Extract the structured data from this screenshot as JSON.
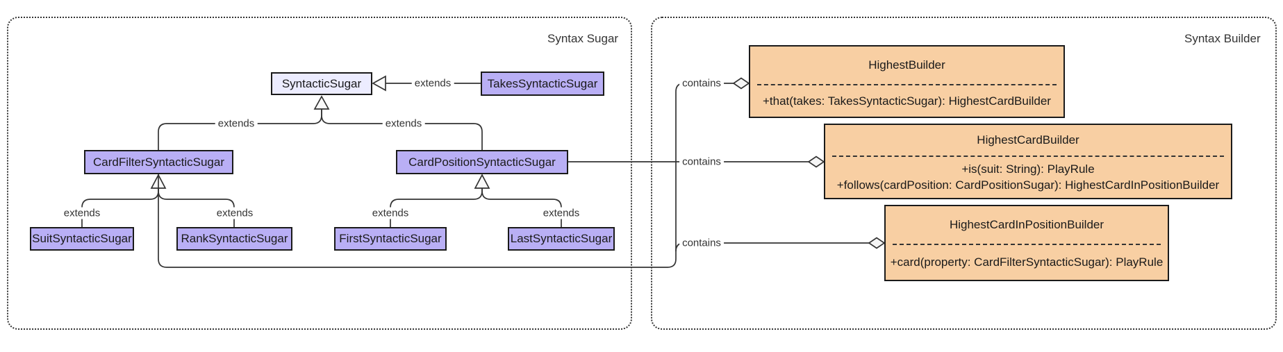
{
  "diagram": {
    "type": "uml-class-diagram",
    "left_section": {
      "title": "Syntax Sugar",
      "classes": [
        {
          "name": "SyntacticSugar"
        },
        {
          "name": "TakesSyntacticSugar"
        },
        {
          "name": "CardFilterSyntacticSugar"
        },
        {
          "name": "CardPositionSyntacticSugar"
        },
        {
          "name": "SuitSyntacticSugar"
        },
        {
          "name": "RankSyntacticSugar"
        },
        {
          "name": "FirstSyntacticSugar"
        },
        {
          "name": "LastSyntacticSugar"
        }
      ]
    },
    "right_section": {
      "title": "Syntax Builder",
      "classes": [
        {
          "name": "HighestBuilder",
          "methods": [
            "+that(takes: TakesSyntacticSugar): HighestCardBuilder"
          ]
        },
        {
          "name": "HighestCardBuilder",
          "methods": [
            "+is(suit: String): PlayRule",
            "+follows(cardPosition: CardPositionSugar): HighestCardInPositionBuilder"
          ]
        },
        {
          "name": "HighestCardInPositionBuilder",
          "methods": [
            "+card(property: CardFilterSyntacticSugar): PlayRule"
          ]
        }
      ]
    },
    "relationships": [
      {
        "from": "TakesSyntacticSugar",
        "to": "SyntacticSugar",
        "label": "extends",
        "type": "inheritance"
      },
      {
        "from": "CardFilterSyntacticSugar",
        "to": "SyntacticSugar",
        "label": "extends",
        "type": "inheritance"
      },
      {
        "from": "CardPositionSyntacticSugar",
        "to": "SyntacticSugar",
        "label": "extends",
        "type": "inheritance"
      },
      {
        "from": "SuitSyntacticSugar",
        "to": "CardFilterSyntacticSugar",
        "label": "extends",
        "type": "inheritance"
      },
      {
        "from": "RankSyntacticSugar",
        "to": "CardFilterSyntacticSugar",
        "label": "extends",
        "type": "inheritance"
      },
      {
        "from": "FirstSyntacticSugar",
        "to": "CardPositionSyntacticSugar",
        "label": "extends",
        "type": "inheritance"
      },
      {
        "from": "LastSyntacticSugar",
        "to": "CardPositionSyntacticSugar",
        "label": "extends",
        "type": "inheritance"
      },
      {
        "from": "CardFilterSyntacticSugar",
        "to": "HighestBuilder",
        "label": "contains",
        "type": "aggregation"
      },
      {
        "from": "CardPositionSyntacticSugar",
        "to": "HighestCardBuilder",
        "label": "contains",
        "type": "aggregation"
      },
      {
        "from": "CardFilterSyntacticSugar",
        "to": "HighestCardInPositionBuilder",
        "label": "contains",
        "type": "aggregation"
      }
    ],
    "colors": {
      "sugar_class_fill": "#b9aff5",
      "sugar_root_fill": "#ececff",
      "builder_class_fill": "#f8cfa3",
      "box_border": "#1a1a1a",
      "edge_line": "#333333",
      "background": "#ffffff"
    }
  }
}
